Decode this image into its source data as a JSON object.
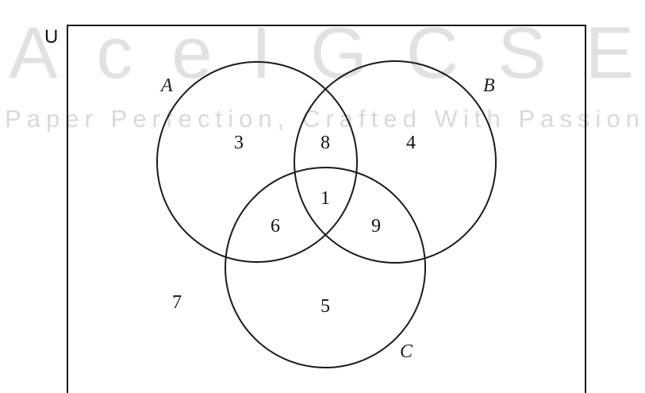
{
  "watermark": {
    "title": "AceIGCSE",
    "tagline": "Paper Perfection, Crafted With Passion"
  },
  "universal_label": "U",
  "sets": {
    "A": "A",
    "B": "B",
    "C": "C"
  },
  "regions": {
    "only_a": "3",
    "a_and_b_only": "8",
    "only_b": "4",
    "a_b_c": "1",
    "a_and_c_only": "6",
    "b_and_c_only": "9",
    "only_c": "5",
    "outside": "7"
  },
  "colors": {
    "stroke": "#1a1a1a",
    "watermark": "#e1e1e1"
  }
}
